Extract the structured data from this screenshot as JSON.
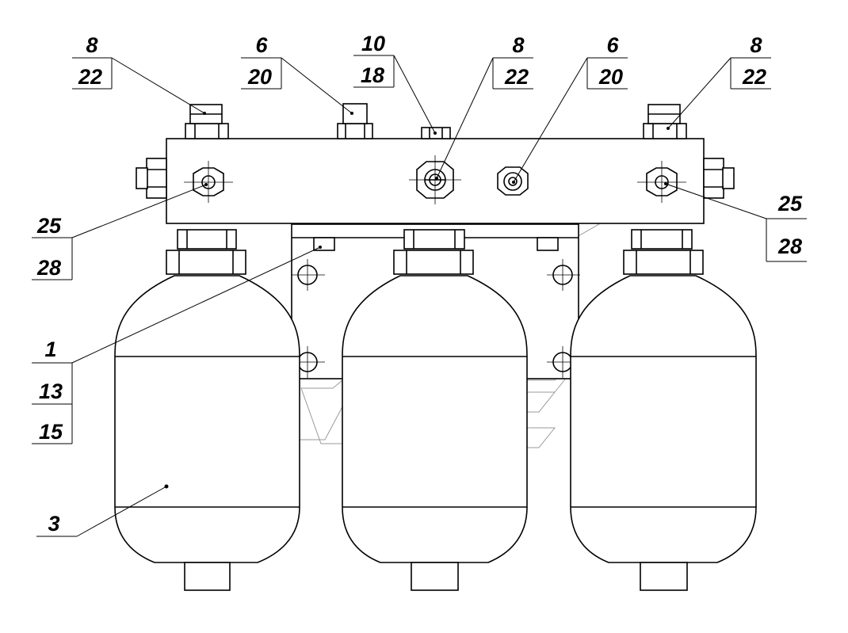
{
  "callouts": [
    {
      "id": "c-top-left",
      "top": "8",
      "bottom": "22"
    },
    {
      "id": "c-top-2",
      "top": "6",
      "bottom": "20"
    },
    {
      "id": "c-top-3",
      "top": "10",
      "bottom": "18"
    },
    {
      "id": "c-top-4",
      "top": "8",
      "bottom": "22"
    },
    {
      "id": "c-top-5",
      "top": "6",
      "bottom": "20"
    },
    {
      "id": "c-top-right",
      "top": "8",
      "bottom": "22"
    },
    {
      "id": "c-left-side",
      "top": "25",
      "bottom": "28"
    },
    {
      "id": "c-right-side",
      "top": "25",
      "bottom": "28"
    },
    {
      "id": "c-bracket",
      "lines": [
        "1",
        "13",
        "15"
      ]
    },
    {
      "id": "c-tank",
      "label": "3"
    }
  ]
}
